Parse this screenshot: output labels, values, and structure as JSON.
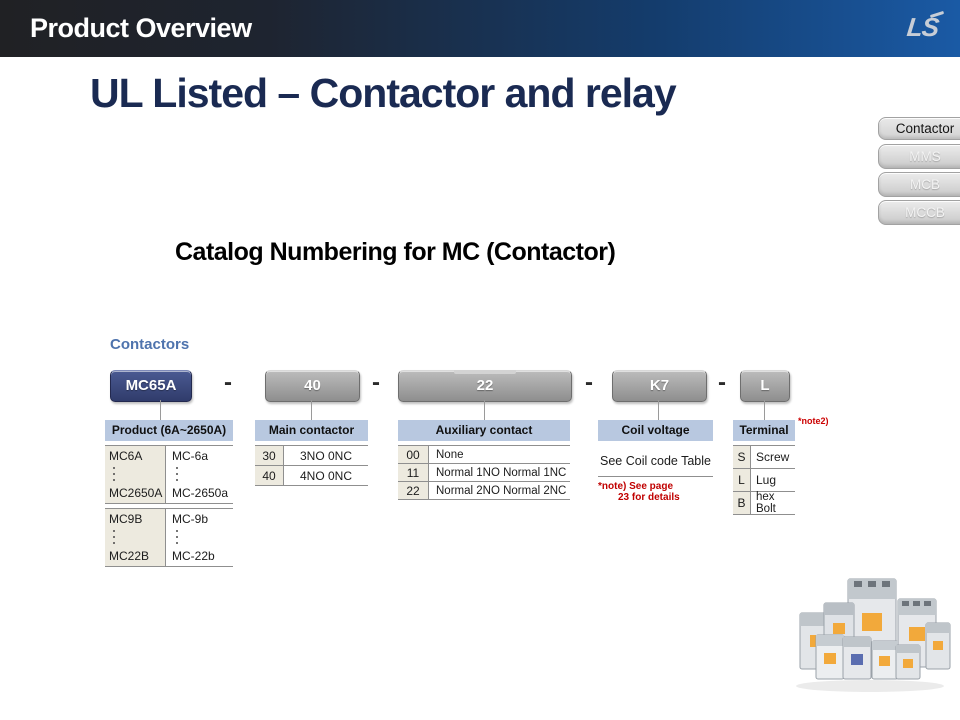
{
  "header": {
    "title": "Product Overview",
    "logo": "LS"
  },
  "page": {
    "title": "UL Listed – Contactor and relay",
    "subtitle": "Catalog Numbering for MC (Contactor)"
  },
  "tabs": [
    {
      "label": "Contactor",
      "active": true
    },
    {
      "label": "MMS",
      "active": false
    },
    {
      "label": "MCB",
      "active": false
    },
    {
      "label": "MCCB",
      "active": false
    }
  ],
  "catalog": {
    "section_label": "Contactors",
    "separator": "-",
    "segments": [
      "MC65A",
      "40",
      "22",
      "K7",
      "L"
    ]
  },
  "tables": {
    "product": {
      "header": "Product (6A~2650A)",
      "groups": [
        {
          "first": [
            "MC6A",
            "MC-6a"
          ],
          "last": [
            "MC2650A",
            "MC-2650a"
          ]
        },
        {
          "first": [
            "MC9B",
            "MC-9b"
          ],
          "last": [
            "MC22B",
            "MC-22b"
          ]
        }
      ]
    },
    "main_contactor": {
      "header": "Main contactor",
      "rows": [
        [
          "30",
          "3NO 0NC"
        ],
        [
          "40",
          "4NO 0NC"
        ]
      ]
    },
    "auxiliary": {
      "header": "Auxiliary contact",
      "rows": [
        [
          "00",
          "None"
        ],
        [
          "11",
          "Normal 1NO Normal 1NC"
        ],
        [
          "22",
          "Normal 2NO Normal 2NC"
        ]
      ]
    },
    "coil": {
      "header": "Coil voltage",
      "body": "See Coil code Table",
      "note_line1": "*note) See page",
      "note_line2": "23 for details"
    },
    "terminal": {
      "header": "Terminal",
      "note": "*note2)",
      "rows": [
        [
          "S",
          "Screw"
        ],
        [
          "L",
          "Lug"
        ],
        [
          "B",
          "hex Bolt"
        ]
      ]
    }
  },
  "colors": {
    "banner_blue": "#1a5aa5",
    "title_navy": "#1a2a52",
    "table_header_blue": "#b8c8e0",
    "code_column_beige": "#edeadf",
    "segment_navy": "#3a4778",
    "segment_gray": "#9e9e9e",
    "note_red": "#c00000",
    "section_label_blue": "#4e73ad"
  }
}
